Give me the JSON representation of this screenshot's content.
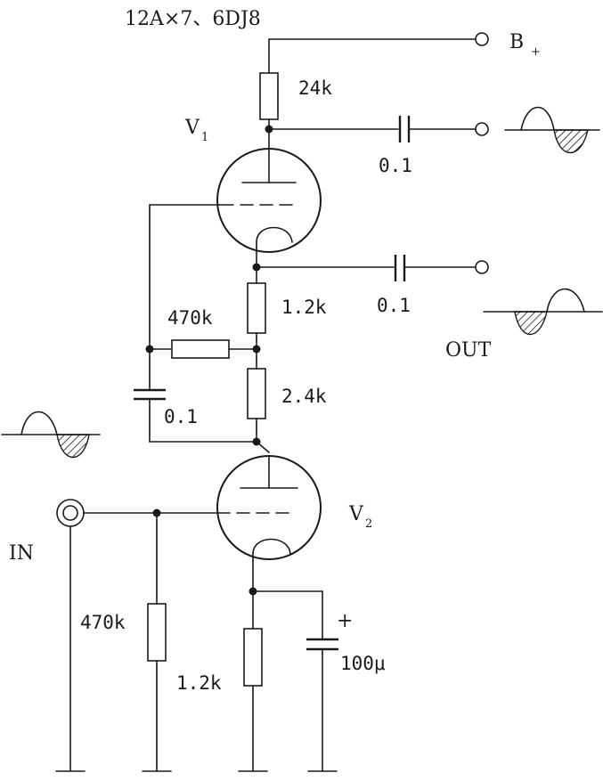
{
  "title": "12A×7、6DJ8",
  "tubes": {
    "v1": "V",
    "v1_sub": "1",
    "v2": "V",
    "v2_sub": "2"
  },
  "supply": {
    "label": "B",
    "sub": "+"
  },
  "io": {
    "in": "IN",
    "out": "OUT"
  },
  "components": {
    "r_plate": "24k",
    "c_out1": "0.1",
    "c_out2": "0.1",
    "r_cath_v1": "1.2k",
    "r_fb": "470k",
    "r_mid": "2.4k",
    "c_grid": "0.1",
    "r_grid_in": "470k",
    "r_cath_v2": "1.2k",
    "c_bypass": "100μ",
    "c_bypass_pol": "+"
  }
}
